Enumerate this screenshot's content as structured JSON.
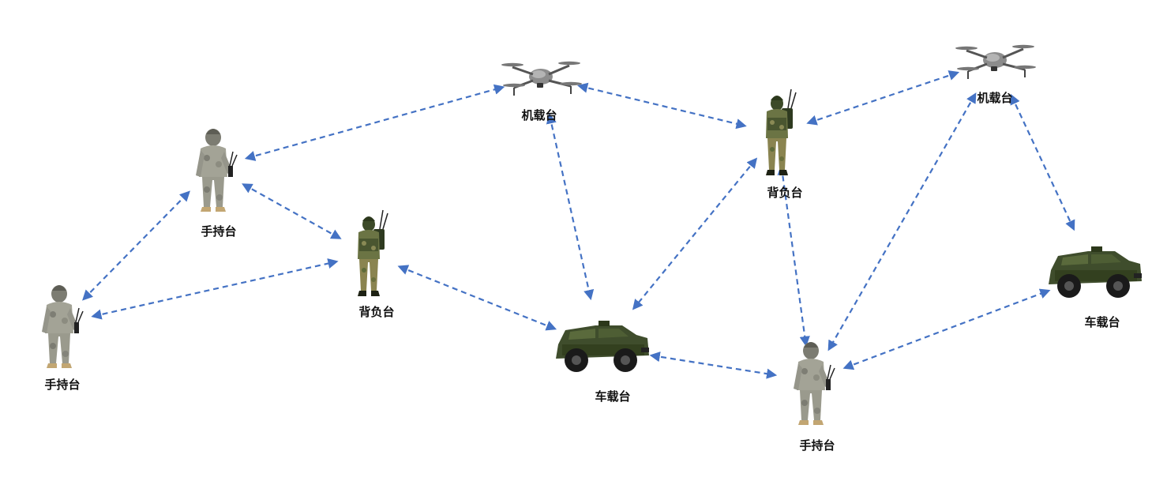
{
  "nodes": [
    {
      "id": "handheld_1",
      "type": "handheld",
      "label": "手持台"
    },
    {
      "id": "handheld_2",
      "type": "handheld",
      "label": "手持台"
    },
    {
      "id": "handheld_3",
      "type": "handheld",
      "label": "手持台"
    },
    {
      "id": "backpack_1",
      "type": "backpack",
      "label": "背负台"
    },
    {
      "id": "backpack_2",
      "type": "backpack",
      "label": "背负台"
    },
    {
      "id": "airborne_1",
      "type": "drone",
      "label": "机载台"
    },
    {
      "id": "airborne_2",
      "type": "drone",
      "label": "机载台"
    },
    {
      "id": "vehicle_1",
      "type": "vehicle",
      "label": "车载台"
    },
    {
      "id": "vehicle_2",
      "type": "vehicle",
      "label": "车载台"
    }
  ],
  "links": [
    [
      "handheld_1",
      "handheld_2"
    ],
    [
      "handheld_1",
      "backpack_1"
    ],
    [
      "handheld_2",
      "backpack_1"
    ],
    [
      "handheld_2",
      "airborne_1"
    ],
    [
      "backpack_1",
      "vehicle_1"
    ],
    [
      "airborne_1",
      "vehicle_1"
    ],
    [
      "airborne_1",
      "backpack_2"
    ],
    [
      "backpack_2",
      "airborne_2"
    ],
    [
      "backpack_2",
      "vehicle_1"
    ],
    [
      "backpack_2",
      "handheld_3"
    ],
    [
      "vehicle_1",
      "handheld_3"
    ],
    [
      "airborne_2",
      "handheld_3"
    ],
    [
      "airborne_2",
      "vehicle_2"
    ],
    [
      "handheld_3",
      "vehicle_2"
    ]
  ],
  "colors": {
    "link": "#4472c4",
    "camo_light": "#9a9a8c",
    "camo_green": "#5e6b3a",
    "vehicle": "#3a4a2a",
    "drone": "#9a9a9a"
  },
  "icons": {
    "handheld": "soldier-handheld-icon",
    "backpack": "soldier-backpack-icon",
    "drone": "drone-icon",
    "vehicle": "armored-vehicle-icon"
  }
}
